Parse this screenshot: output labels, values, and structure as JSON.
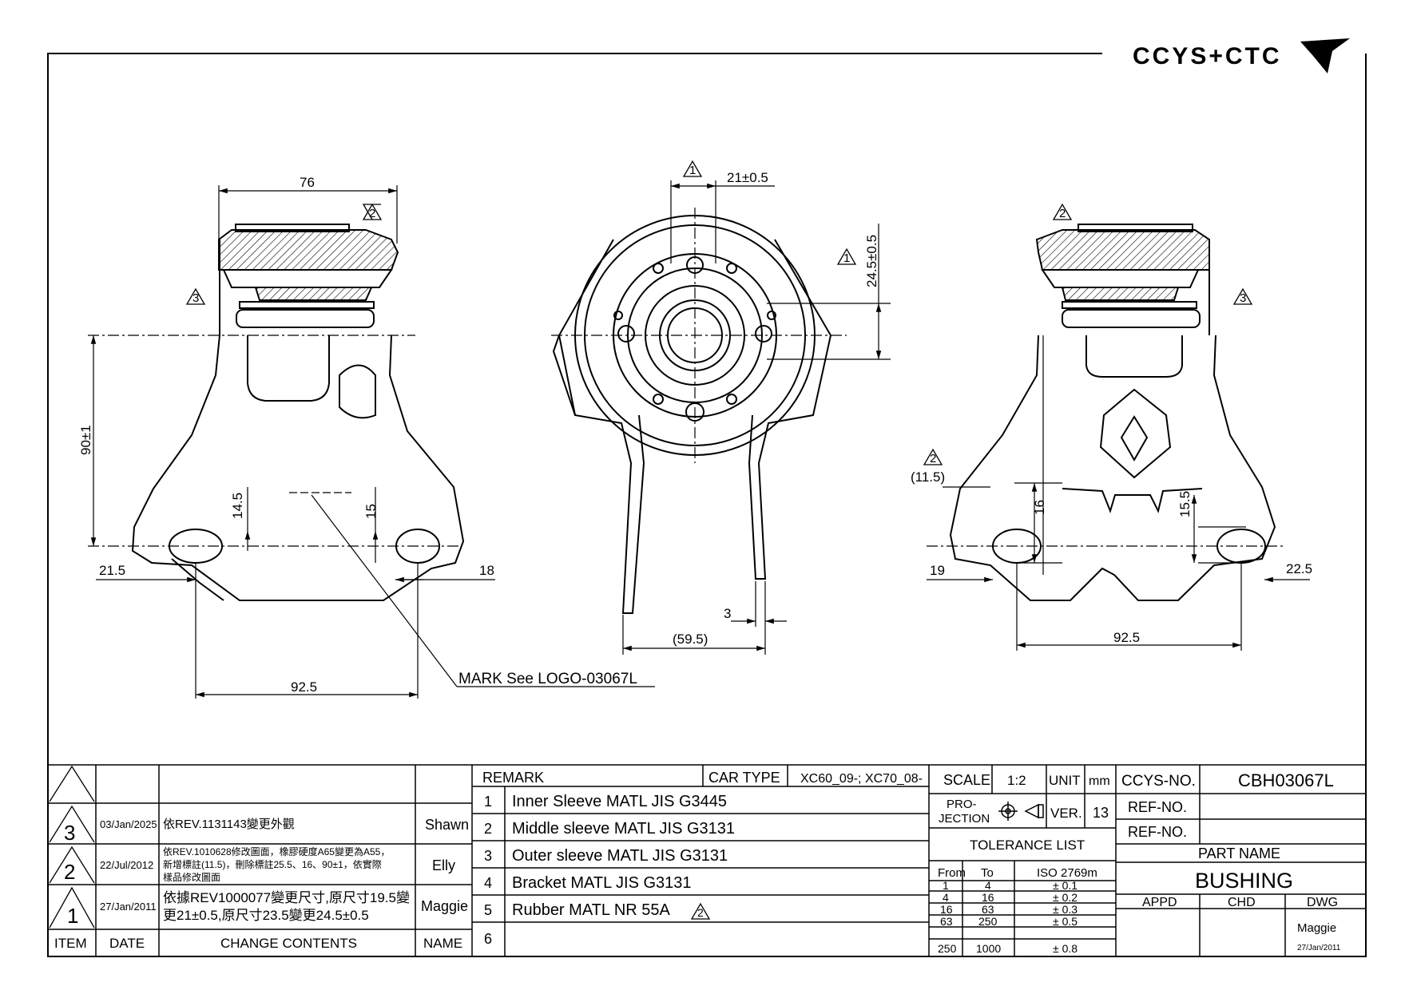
{
  "logo": {
    "text": "CCYS+CTC"
  },
  "dimensions": {
    "front": {
      "width_top": "76",
      "height": "90±1",
      "slot_h_left": "14.5",
      "slot_h_right": "15",
      "edge_left": "21.5",
      "edge_right": "18",
      "span": "92.5"
    },
    "side": {
      "offset_top": "21±0.5",
      "offset_v": "24.5±0.5",
      "thk": "3",
      "ref": "(59.5)"
    },
    "rear": {
      "ref_offset": "(11.5)",
      "slot_h_left": "16",
      "slot_h_right": "15.5",
      "edge_left": "19",
      "edge_right": "22.5",
      "span": "92.5"
    },
    "mark_note": "MARK See LOGO-03067L"
  },
  "rev_markers": {
    "r1": "1",
    "r2": "2",
    "r3": "3"
  },
  "revisions": {
    "rows": [
      {
        "item": "3",
        "date": "03/Jan/2025",
        "content": "依REV.1131143變更外觀",
        "name": "Shawn"
      },
      {
        "item": "2",
        "date": "22/Jul/2012",
        "content_lines": [
          "依REV.1010628修改圖面，橡膠硬度A65變更為A55，",
          "新增標註(11.5)，刪除標註25.5、16、90±1，依實際",
          "樣品修改圖面"
        ],
        "name": "Elly"
      },
      {
        "item": "1",
        "date": "27/Jan/2011",
        "content_lines": [
          "依據REV1000077變更尺寸,原尺寸19.5變",
          "更21±0.5,原尺寸23.5變更24.5±0.5"
        ],
        "name": "Maggie"
      }
    ],
    "headers": {
      "item": "ITEM",
      "date": "DATE",
      "content": "CHANGE CONTENTS",
      "name": "NAME"
    }
  },
  "remarks": {
    "label": "REMARK",
    "car_type_label": "CAR TYPE",
    "car_type": "XC60_09-; XC70_08-",
    "items": [
      {
        "no": "1",
        "text": "Inner Sleeve MATL JIS G3445"
      },
      {
        "no": "2",
        "text": "Middle sleeve MATL JIS G3131"
      },
      {
        "no": "3",
        "text": "Outer sleeve MATL JIS G3131"
      },
      {
        "no": "4",
        "text": "Bracket MATL JIS G3131"
      },
      {
        "no": "5",
        "text": "Rubber MATL NR 55A"
      },
      {
        "no": "6",
        "text": ""
      }
    ]
  },
  "info": {
    "scale_label": "SCALE",
    "scale": "1:2",
    "unit_label": "UNIT",
    "unit": "mm",
    "projection_label_1": "PRO-",
    "projection_label_2": "JECTION",
    "ver_label": "VER.",
    "ver": "13",
    "tolerance_title": "TOLERANCE LIST",
    "tol_headers": {
      "from": "From",
      "to": "To",
      "iso": "ISO 2769m"
    },
    "tolerances": [
      {
        "from": "1",
        "to": "4",
        "tol": "± 0.1"
      },
      {
        "from": "4",
        "to": "16",
        "tol": "± 0.2"
      },
      {
        "from": "16",
        "to": "63",
        "tol": "± 0.3"
      },
      {
        "from": "63",
        "to": "250",
        "tol": "± 0.5"
      },
      {
        "from": "250",
        "to": "1000",
        "tol": "± 0.8"
      }
    ]
  },
  "title": {
    "ccys_no_label": "CCYS-NO.",
    "ccys_no": "CBH03067L",
    "ref_no_label_1": "REF-NO.",
    "ref_no_1": "",
    "ref_no_label_2": "REF-NO.",
    "ref_no_2": "",
    "part_name_label": "PART NAME",
    "part_name": "BUSHING",
    "appd_label": "APPD",
    "chd_label": "CHD",
    "dwg_label": "DWG",
    "dwg_name": "Maggie",
    "dwg_date": "27/Jan/2011"
  }
}
